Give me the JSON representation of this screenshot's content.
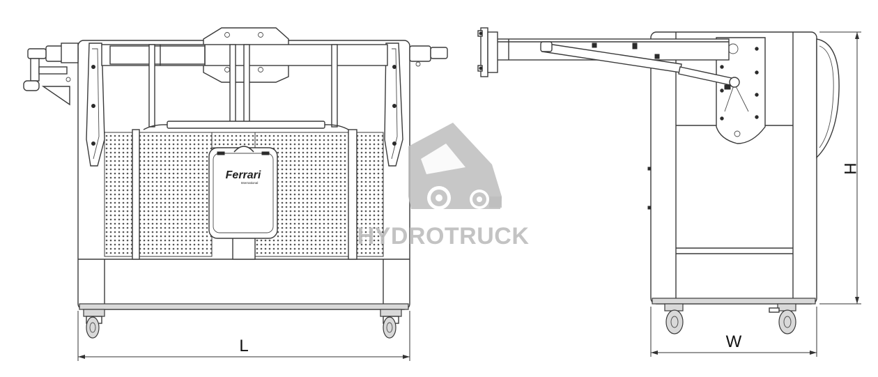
{
  "dimensions": {
    "length_label": "L",
    "width_label": "W",
    "height_label": "H"
  },
  "product": {
    "brand_text": "Ferrari",
    "brand_subtext": "International"
  },
  "watermark": {
    "text": "HYDROTRUCK"
  }
}
